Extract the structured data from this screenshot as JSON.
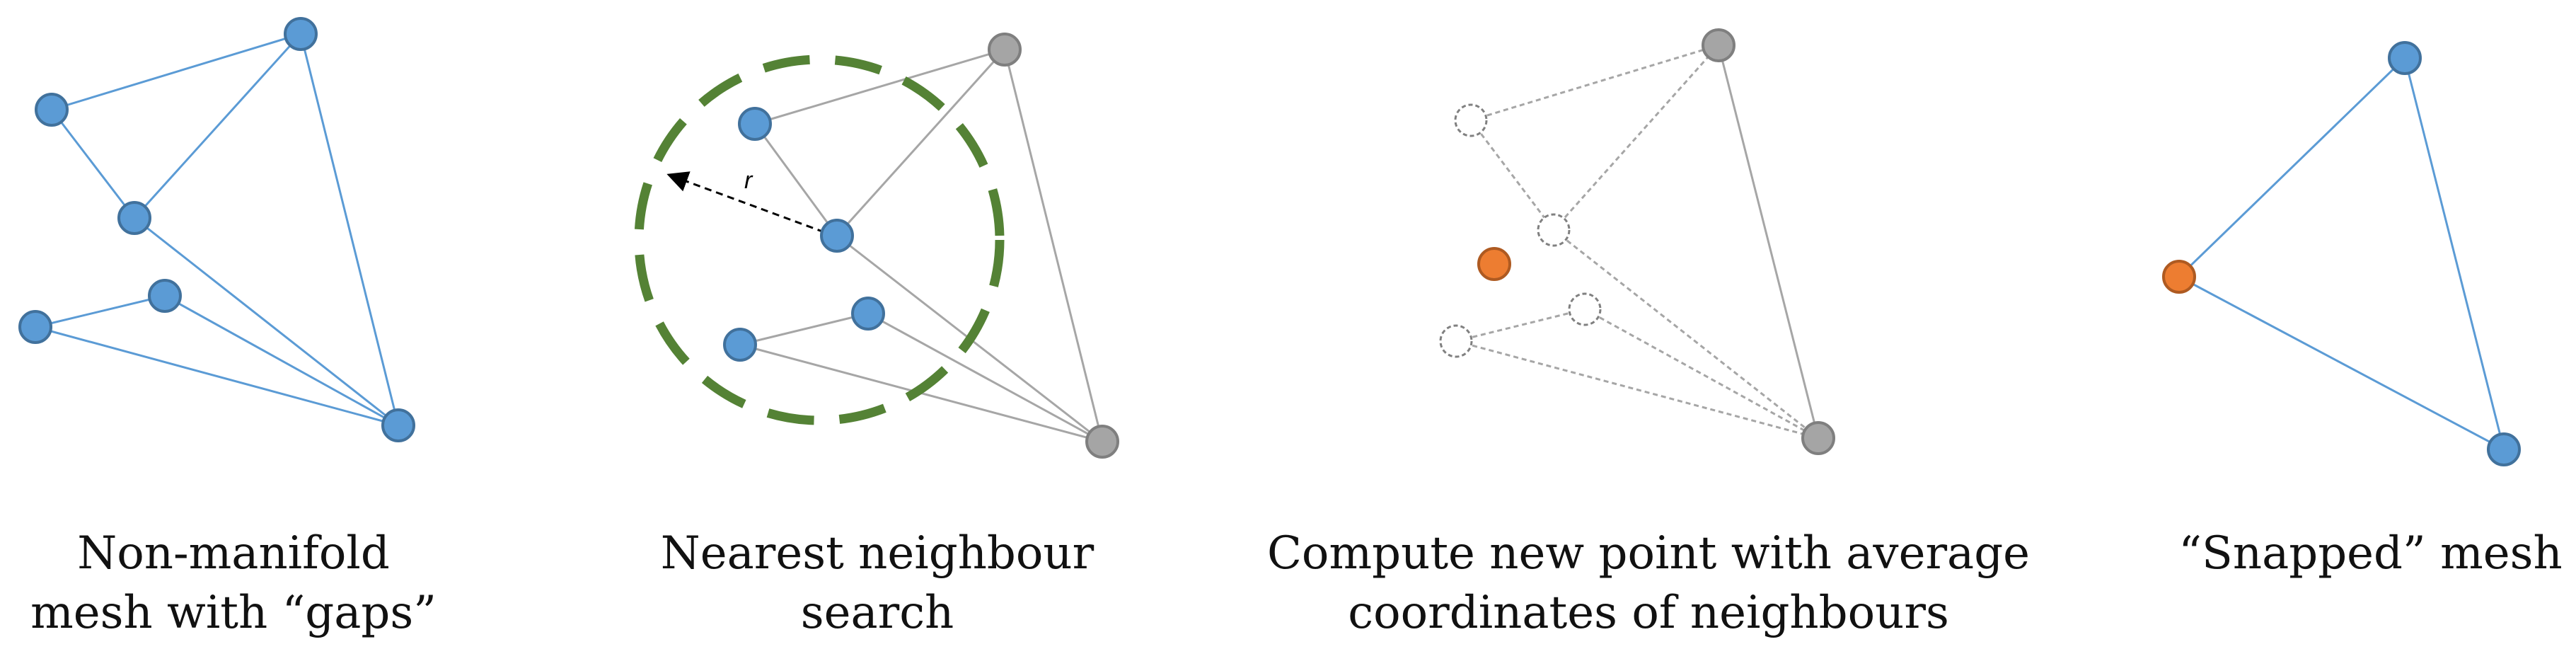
{
  "panels": [
    {
      "caption_lines": [
        "Non-manifold",
        "mesh with “gaps”"
      ]
    },
    {
      "caption_lines": [
        "Nearest neighbour",
        "search"
      ],
      "radius_label": "r"
    },
    {
      "caption_lines": [
        "Compute new point with average",
        "coordinates of neighbours"
      ]
    },
    {
      "caption_lines": [
        "“Snapped” mesh"
      ]
    }
  ],
  "colors": {
    "blue_node": "#5b9bd5",
    "blue_stroke": "#41719c",
    "grey_node": "#a5a5a5",
    "orange_node": "#ed7d31",
    "green_circle": "#548235",
    "edge_blue": "#5b9bd5",
    "edge_grey": "#a6a6a6"
  }
}
